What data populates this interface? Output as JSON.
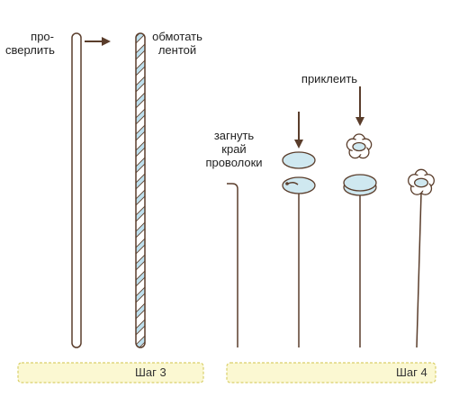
{
  "labels": {
    "drill_l1": "про-",
    "drill_l2": "сверлить",
    "wrap_l1": "обмотать",
    "wrap_l2": "лентой",
    "bend_l1": "загнуть",
    "bend_l2": "край",
    "bend_l3": "проволоки",
    "glue": "приклеить"
  },
  "steps": {
    "step3": "Шаг 3",
    "step4": "Шаг 4"
  },
  "colors": {
    "outline": "#5a3d2b",
    "arrow": "#5a3d2b",
    "fill_light_blue": "#cfe8f0",
    "tape_blue": "#bfe0ee",
    "banner_fill": "#fbf8d2",
    "banner_border": "#d9cf6a"
  },
  "icons": {
    "flower": "flower-icon",
    "arrow": "arrow-icon"
  }
}
